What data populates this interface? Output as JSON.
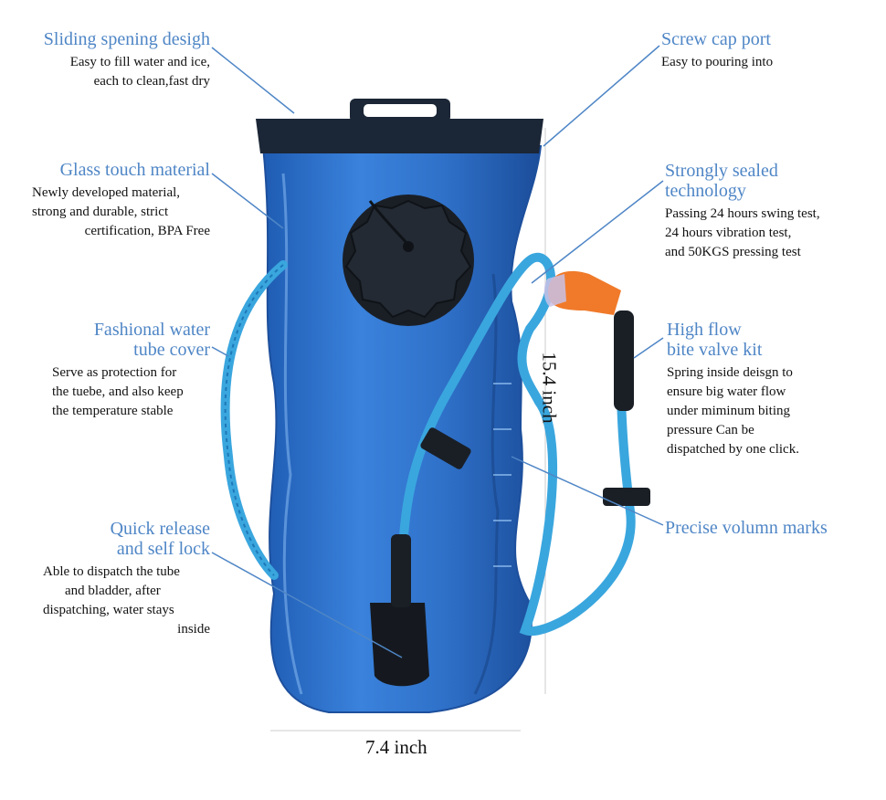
{
  "colors": {
    "accent": "#4f86c6",
    "bladder": "#2f6fc8",
    "bladder_dark": "#1d4f9c",
    "tube": "#3aa6de",
    "valve": "#f07a2a"
  },
  "callouts": [
    {
      "title": "Sliding spening desigh",
      "desc": [
        "Easy to fill water and ice,",
        "each to clean,fast dry"
      ]
    },
    {
      "title": "Screw cap port",
      "desc": [
        "Easy to pouring into"
      ]
    },
    {
      "title": "Glass touch material",
      "desc": [
        "Newly developed material,",
        "strong and durable, strict",
        "certification, BPA Free"
      ]
    },
    {
      "title": "Strongly sealed technology",
      "title_lines": [
        "Strongly sealed",
        "technology"
      ],
      "desc": [
        "Passing 24 hours swing test,",
        "24 hours vibration test,",
        "and 50KGS pressing test"
      ]
    },
    {
      "title_lines": [
        "Fashional water",
        "tube cover"
      ],
      "desc": [
        "Serve as protection for",
        "the tuebe, and also keep",
        "the temperature stable"
      ]
    },
    {
      "title_lines": [
        "High flow",
        "bite valve kit"
      ],
      "desc": [
        "Spring inside deisgn to",
        "ensure big water flow",
        "under miminum biting",
        "pressure Can be",
        "dispatched by one click."
      ]
    },
    {
      "title": "Precise volumn marks",
      "desc": []
    },
    {
      "title_lines": [
        "Quick release",
        "and self lock"
      ],
      "desc": [
        "Able to dispatch the tube",
        "and bladder, after",
        "dispatching, water stays",
        "inside"
      ]
    }
  ],
  "dimensions": {
    "width": "7.4 inch",
    "height": "15.4 inch"
  },
  "icons": [
    "bladder-image",
    "screw-cap",
    "bite-valve",
    "drink-tube"
  ]
}
